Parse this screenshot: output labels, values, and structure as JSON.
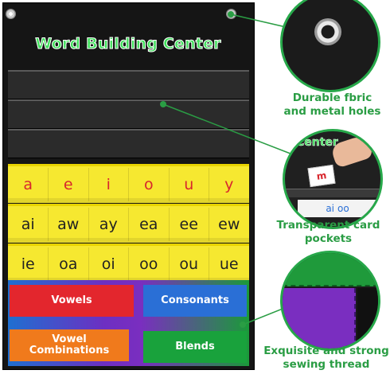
{
  "chart_title": "Word Building Center",
  "vowel_row": [
    "a",
    "e",
    "i",
    "o",
    "u",
    "y"
  ],
  "digraph_row_1": [
    "ai",
    "aw",
    "ay",
    "ea",
    "ee",
    "ew"
  ],
  "digraph_row_2": [
    "ie",
    "oa",
    "oi",
    "oo",
    "ou",
    "ue"
  ],
  "header_cards": {
    "vowels": "Vowels",
    "consonants": "Consonants",
    "vowel_combinations": "Vowel Combinations",
    "blends": "Blends"
  },
  "callouts": {
    "fabric": "Durable fbric and metal holes",
    "pockets": "Transparent card pockets",
    "sewing": "Exquisite and strong sewing thread"
  },
  "inset_text": {
    "center_fragment": "Center",
    "card_letters": "m",
    "pocket_letters": [
      "ai",
      "oo"
    ]
  },
  "colors": {
    "accent": "#2a9d44",
    "pocket_yellow": "#f6e830",
    "letter_red": "#d8262d",
    "vowels_card": "#e3262d",
    "consonants_card": "#2a6fd6",
    "vowel_combinations_card": "#f07a1c",
    "blends_card": "#19a23c"
  }
}
